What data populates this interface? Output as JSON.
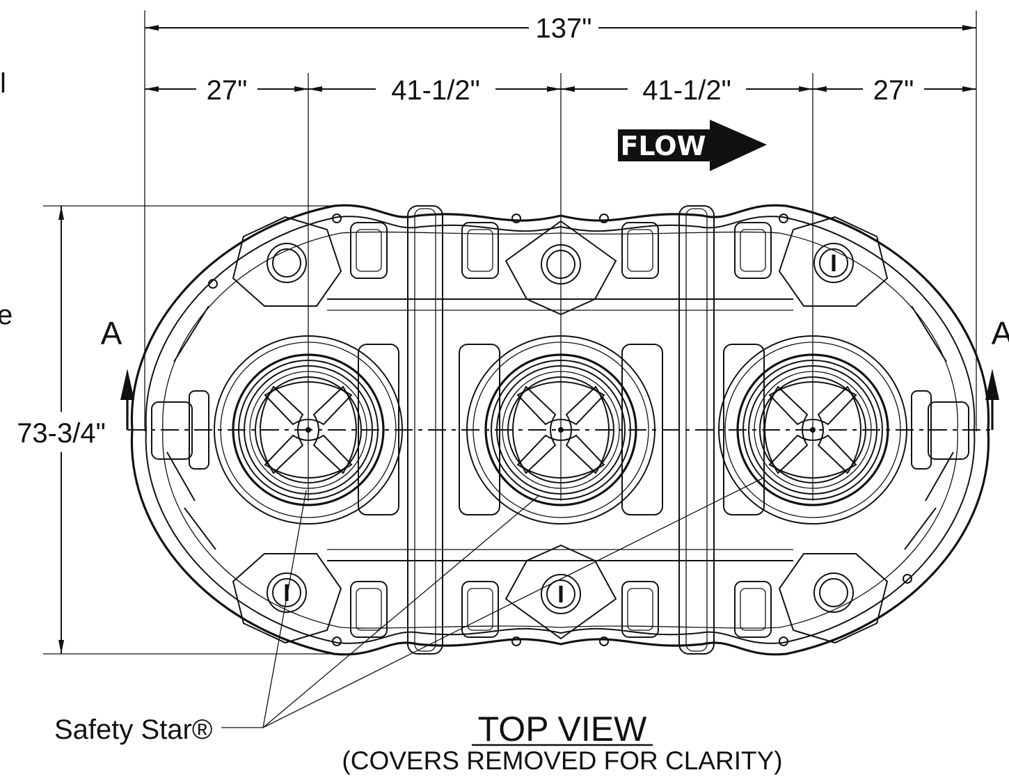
{
  "dimensions": {
    "overall_width": "137\"",
    "seg_left": "27\"",
    "seg_mid_left": "41-1/2\"",
    "seg_mid_right": "41-1/2\"",
    "seg_right": "27\"",
    "overall_depth": "73-3/4\""
  },
  "flow_label": "FLOW",
  "section_marks": {
    "left": "A",
    "right": "A"
  },
  "edge_fragments": {
    "top": "l",
    "mid": "e"
  },
  "callout": "Safety Star®",
  "view_title": "TOP VIEW",
  "view_subtitle": "(COVERS REMOVED FOR CLARITY)",
  "colors": {
    "line": "#111111",
    "background": "#ffffff"
  }
}
